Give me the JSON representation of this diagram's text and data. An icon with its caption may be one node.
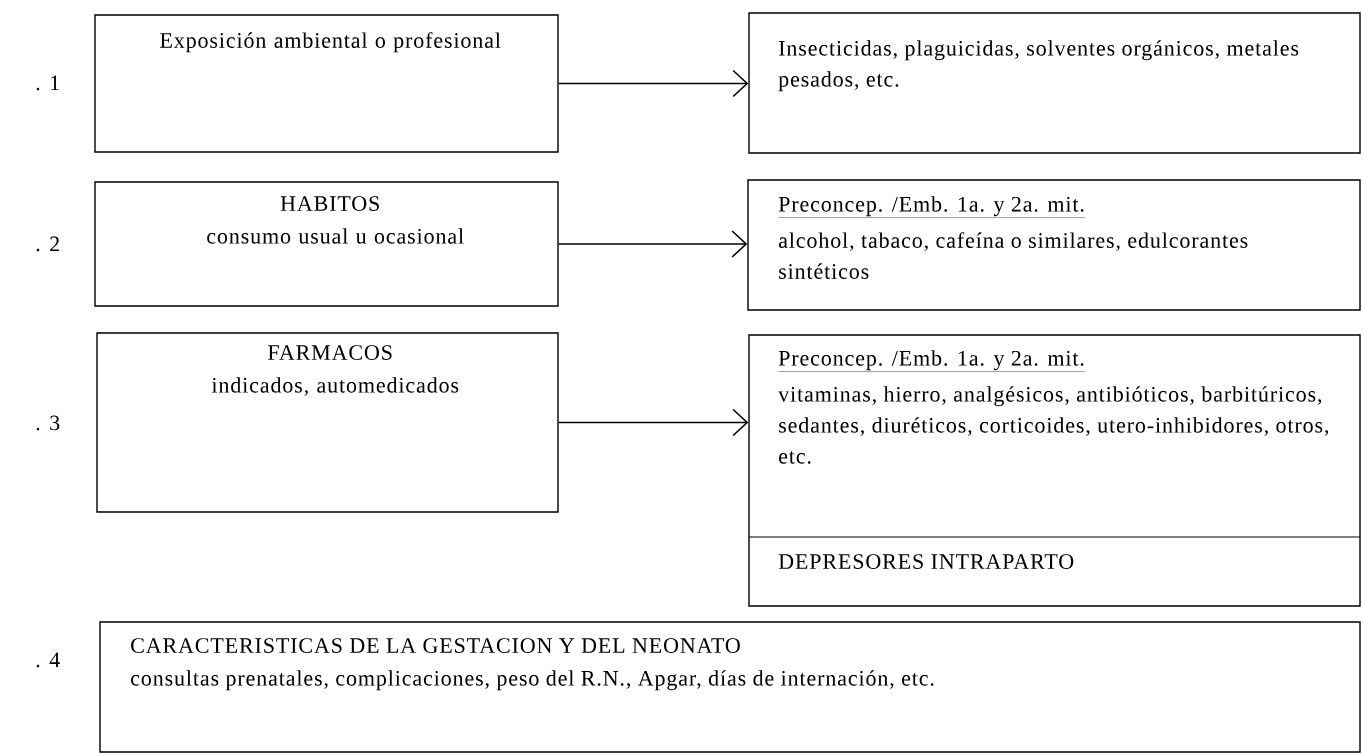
{
  "diagram": {
    "nodes": [
      {
        "text": [
          "Exposición ambiental o profesional"
        ],
        "beside": [
          ". 1"
        ]
      },
      {
        "text": [
          "Insecticidas, plaguicidas, solventes orgánicos, metales pesados, etc."
        ]
      },
      {
        "text": [
          "HABITOS",
          "consumo usual u ocasional"
        ],
        "beside": [
          ". 2"
        ]
      },
      {
        "text": [
          "Preconcep. /Emb. 1a. y 2a. mit.",
          "alcohol, tabaco, cafeína o similares, edulcorantes sintéticos"
        ]
      },
      {
        "text": [
          "FARMACOS",
          "indicados, automedicados"
        ],
        "beside": [
          ". 3"
        ]
      },
      {
        "text": [
          "Preconcep. /Emb. 1a. y 2a. mit.",
          "vitaminas, hierro, analgésicos, antibióticos, barbitúricos, sedantes, diuréticos, corticoides, utero-inhibidores, otros, etc.",
          "DEPRESORES INTRAPARTO"
        ]
      },
      {
        "text": [
          "CARACTERISTICAS DE LA GESTACION Y DEL NEONATO",
          "consultas prenatales, complicaciones, peso del R.N., Apgar, días de internación, etc."
        ],
        "beside": [
          ". 4"
        ]
      }
    ],
    "edges": [
      {
        "from": 0,
        "to": 1,
        "arrow": "to"
      },
      {
        "from": 2,
        "to": 3,
        "arrow": "to"
      },
      {
        "from": 4,
        "to": 5,
        "arrow": "to"
      }
    ]
  }
}
